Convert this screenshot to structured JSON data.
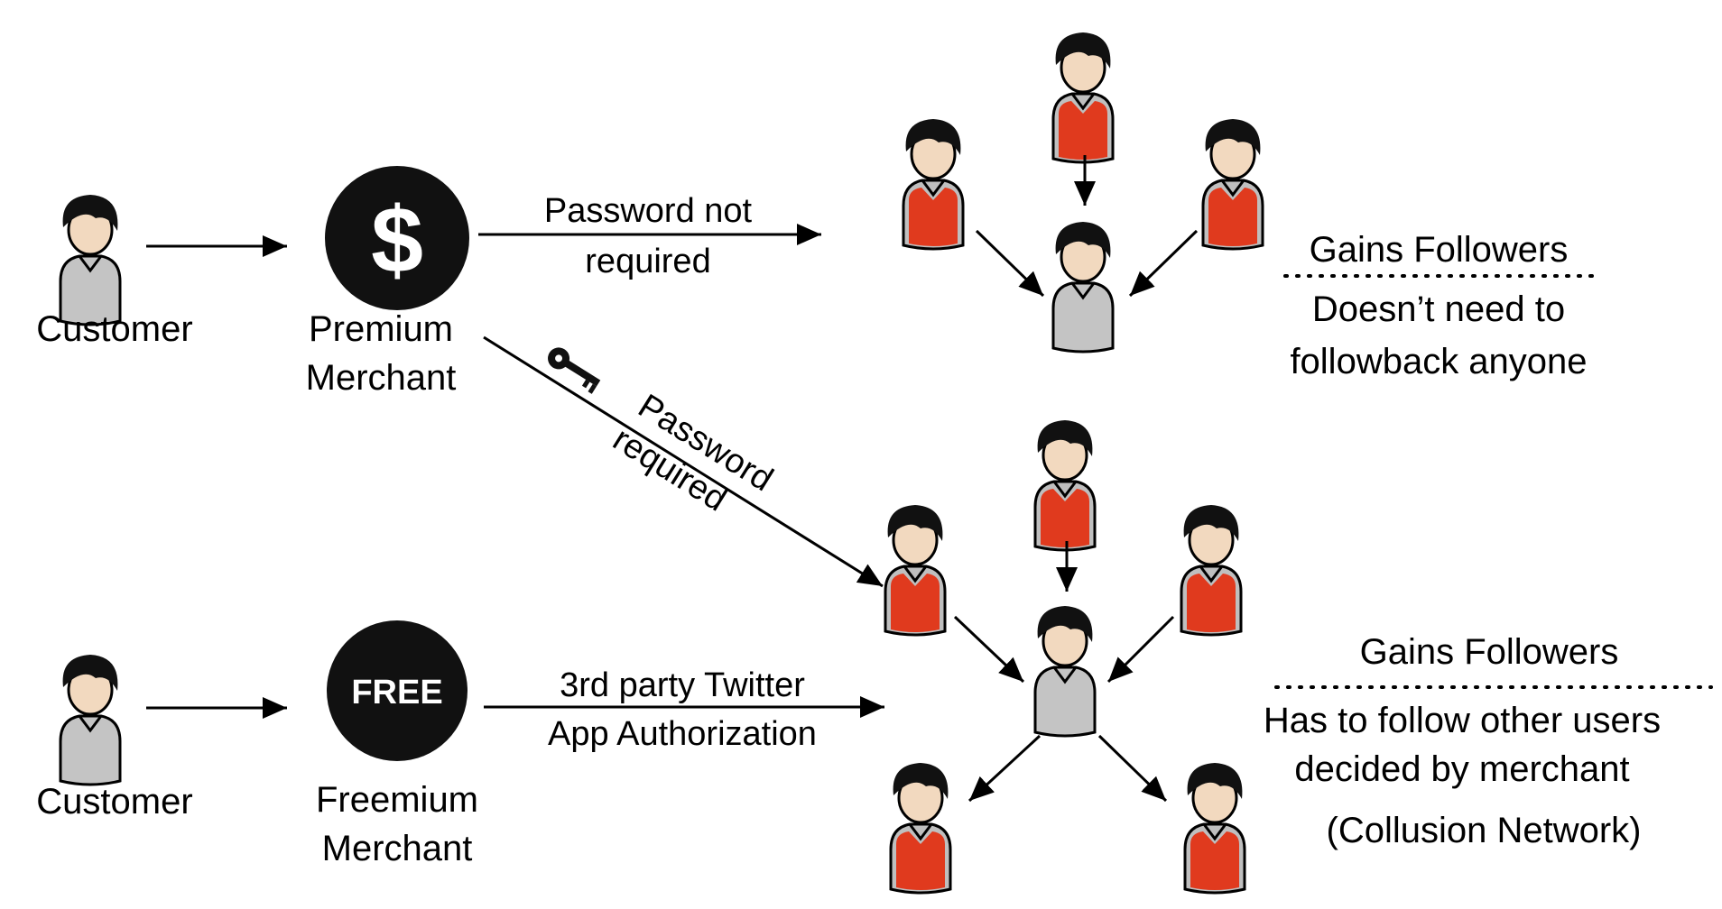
{
  "customer_top": {
    "label": "Customer"
  },
  "customer_bottom": {
    "label": "Customer"
  },
  "premium_merchant": {
    "symbol": "$",
    "label_line1": "Premium",
    "label_line2": "Merchant"
  },
  "freemium_merchant": {
    "badge": "FREE",
    "label_line1": "Freemium",
    "label_line2": "Merchant"
  },
  "edge_password_not_required": {
    "line1": "Password not",
    "line2": "required"
  },
  "edge_password_required": {
    "line1": "Password",
    "line2": "required"
  },
  "edge_app_authorization": {
    "line1": "3rd party Twitter",
    "line2": "App Authorization"
  },
  "outcome_premium": {
    "title": "Gains Followers",
    "line1": "Doesn’t need to",
    "line2": "followback anyone"
  },
  "outcome_freemium": {
    "title": "Gains Followers",
    "line1": "Has to follow other users",
    "line2": "decided by merchant",
    "line3": "(Collusion Network)"
  },
  "colors": {
    "customer_shirt": "#c4c4c4",
    "follower_shirt": "#e03a1e",
    "skin": "#f2d9bf",
    "hair": "#111111",
    "merchant_circle": "#111111"
  }
}
